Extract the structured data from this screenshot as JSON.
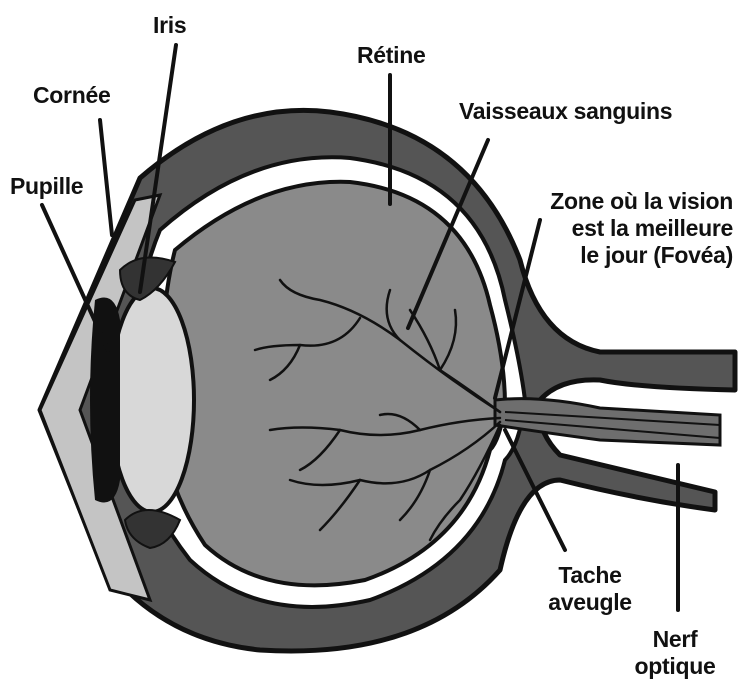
{
  "diagram": {
    "labels": {
      "iris": "Iris",
      "cornee": "Cornée",
      "pupille": "Pupille",
      "retine": "Rétine",
      "vaisseaux": "Vaisseaux sanguins",
      "fovea": [
        "Zone où la vision",
        "est la meilleure",
        "le jour (Fovéa)"
      ],
      "tache": [
        "Tache",
        "aveugle"
      ],
      "nerf": [
        "Nerf",
        "optique"
      ]
    },
    "colors": {
      "outline": "#111111",
      "sclera": "#555555",
      "eyeball_interior": "#8a8a8a",
      "lens": "#d8d8d8",
      "cornea": "#c4c4c4",
      "white_gap": "#ffffff",
      "vessels": "#111111"
    }
  }
}
